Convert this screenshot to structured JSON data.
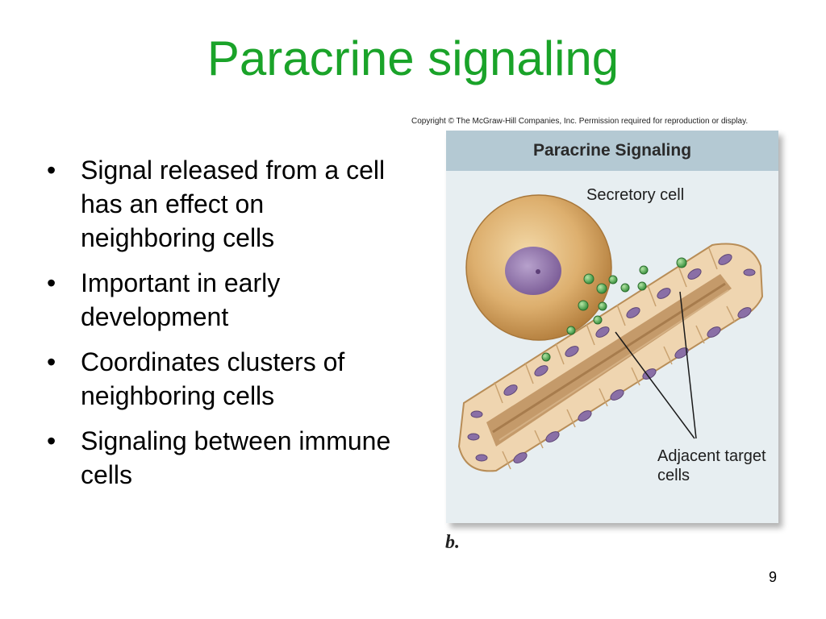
{
  "slide": {
    "title": "Paracrine signaling",
    "bullets": [
      "Signal released from a cell has an effect on neighboring cells",
      "Important in early development",
      "Coordinates clusters of neighboring cells",
      "Signaling between immune cells"
    ],
    "bullet_symbol": "•",
    "page_number": "9"
  },
  "figure": {
    "copyright": "Copyright © The McGraw-Hill Companies, Inc. Permission required for reproduction or display.",
    "header": "Paracrine Signaling",
    "label_secretory": "Secretory cell",
    "label_adjacent": "Adjacent target cells",
    "panel_letter": "b.",
    "colors": {
      "title_green": "#1aa329",
      "panel_bg": "#e7eef1",
      "header_band": "#b4c9d3",
      "cell_body": "#d9a765",
      "nucleus": "#8a6fa6",
      "tissue": "#efd5b0",
      "lumen": "#c49a6a",
      "signal_molecule": "#4aa84a"
    }
  }
}
